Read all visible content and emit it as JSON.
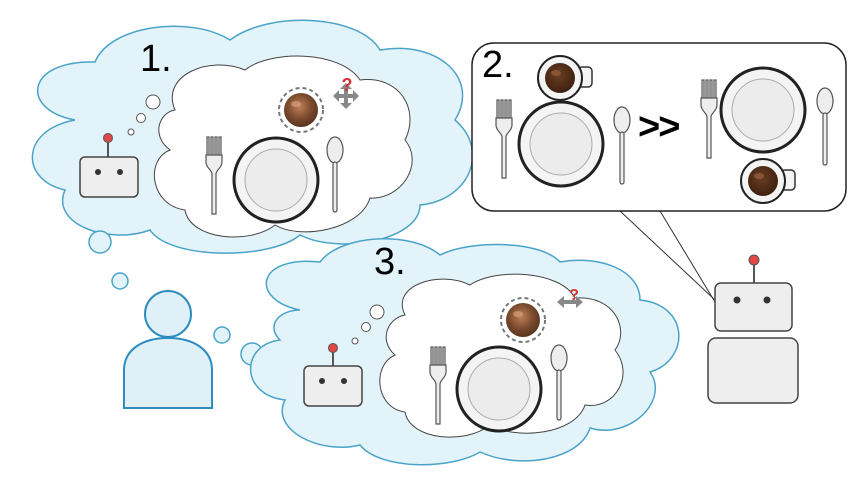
{
  "labels": {
    "step1": "1.",
    "step2": "2.",
    "step3": "3.",
    "compare": ">>",
    "question": "?"
  },
  "colors": {
    "cloud_stroke": "#4aa3c8",
    "cloud_fill": "#e3f3fa",
    "person_stroke": "#2e8cbf",
    "person_fill": "#dff0f9",
    "robot_fill": "#eeeeee",
    "robot_stroke": "#444444",
    "antenna": "#e04848",
    "coffee": "#8a5a3c",
    "question": "#d93030"
  },
  "icons": [
    "thought-cloud",
    "person-icon",
    "robot-icon",
    "fork-icon",
    "spoon-icon",
    "plate-icon",
    "coffee-cup-icon",
    "move-arrows-icon"
  ]
}
